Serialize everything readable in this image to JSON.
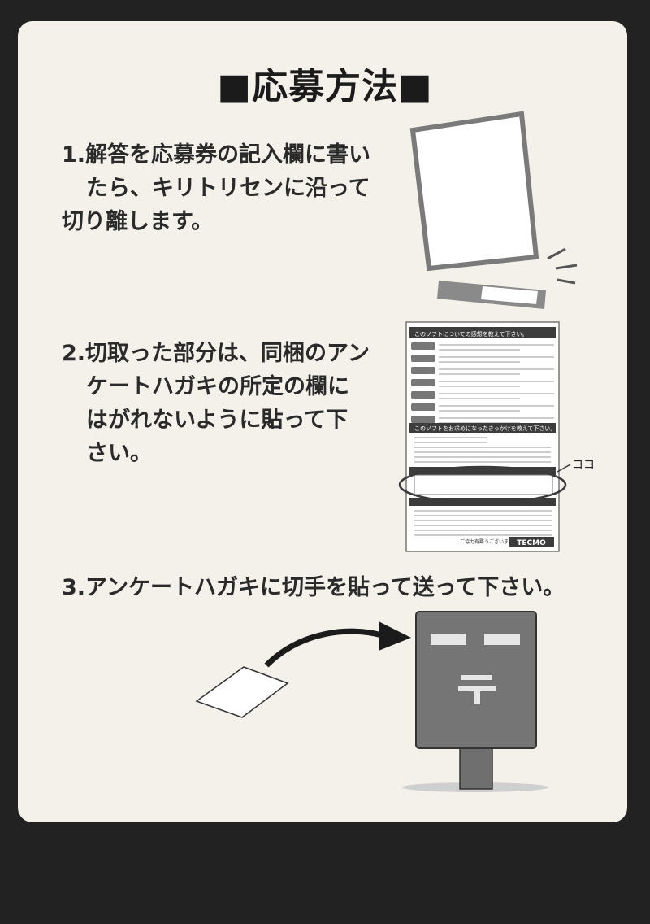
{
  "title": "■応募方法■",
  "steps": [
    {
      "lines": [
        "1.解答を応募券の記入欄に書い",
        "たら、キリトリセンに沿って",
        "切り離します。"
      ]
    },
    {
      "lines": [
        "2.切取った部分は、同梱のアン",
        "ケートハガキの所定の欄に",
        "はがれないように貼って下",
        "さい。"
      ]
    },
    {
      "lines": [
        "3.アンケートハガキに切手を貼って送って下さい。"
      ]
    }
  ],
  "postcard_label": "ココ",
  "postcard_header_1": "このソフトについての感想を教えて下さい。",
  "postcard_header_2": "このソフトをお求めになったきっかけを教えて下さい。",
  "postcard_footer": "ご協力有難うございました。",
  "postcard_brand": "TECMO",
  "colors": {
    "background": "#222222",
    "card": "#f3f1ea",
    "text": "#2a2a2a",
    "mailbox": "#737373"
  }
}
